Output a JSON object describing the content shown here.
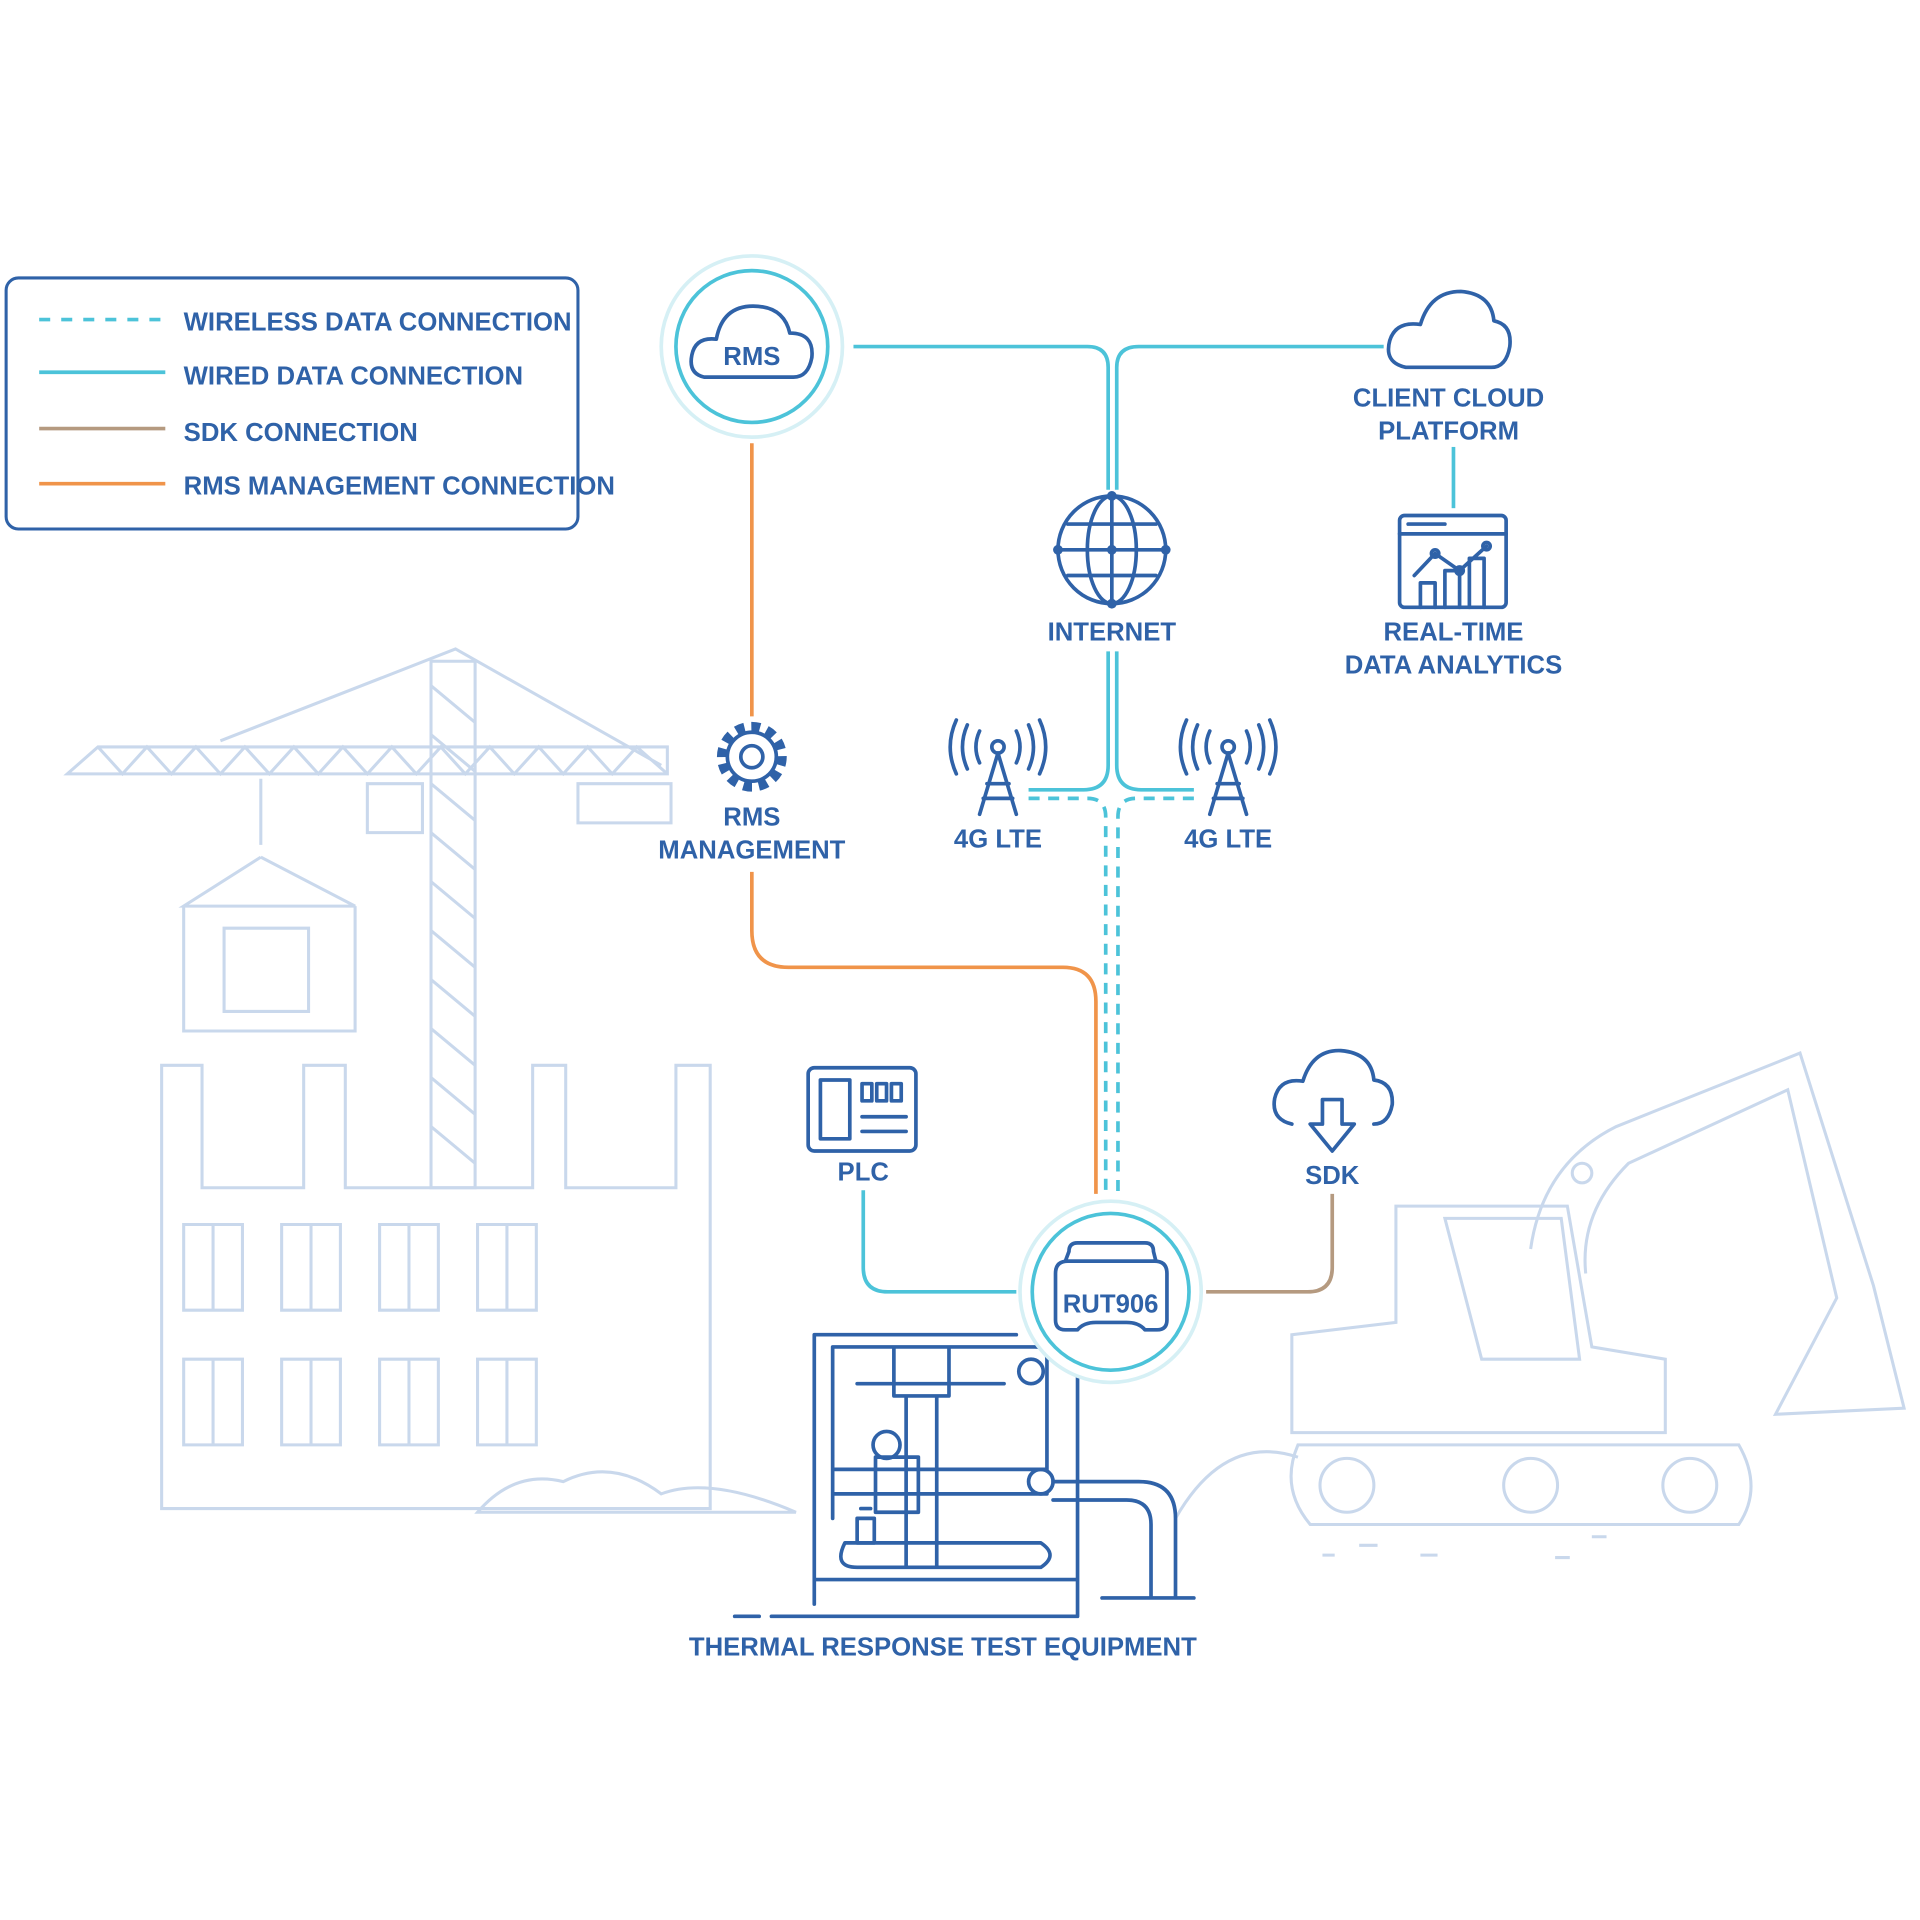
{
  "legend": {
    "items": [
      {
        "label": "WIRELESS DATA CONNECTION",
        "style": "dashed",
        "color": "#4cc3d9"
      },
      {
        "label": "WIRED DATA CONNECTION",
        "style": "solid",
        "color": "#4cc3d9"
      },
      {
        "label": "SDK CONNECTION",
        "style": "solid",
        "color": "#b59a80"
      },
      {
        "label": "RMS MANAGEMENT CONNECTION",
        "style": "solid",
        "color": "#f0944a"
      }
    ]
  },
  "nodes": {
    "rms": "RMS",
    "client_cloud": [
      "CLIENT CLOUD",
      "PLATFORM"
    ],
    "analytics": [
      "REAL-TIME",
      "DATA ANALYTICS"
    ],
    "internet": "INTERNET",
    "lte_left": "4G LTE",
    "lte_right": "4G LTE",
    "rms_management": [
      "RMS",
      "MANAGEMENT"
    ],
    "plc": "PLC",
    "sdk": "SDK",
    "router": "RUT906",
    "equipment": "THERMAL RESPONSE TEST EQUIPMENT"
  },
  "colors": {
    "text": "#2f62a8",
    "wired": "#4cc3d9",
    "sdk": "#b59a80",
    "rms": "#f0944a",
    "background_art": "#c9d8ec"
  }
}
